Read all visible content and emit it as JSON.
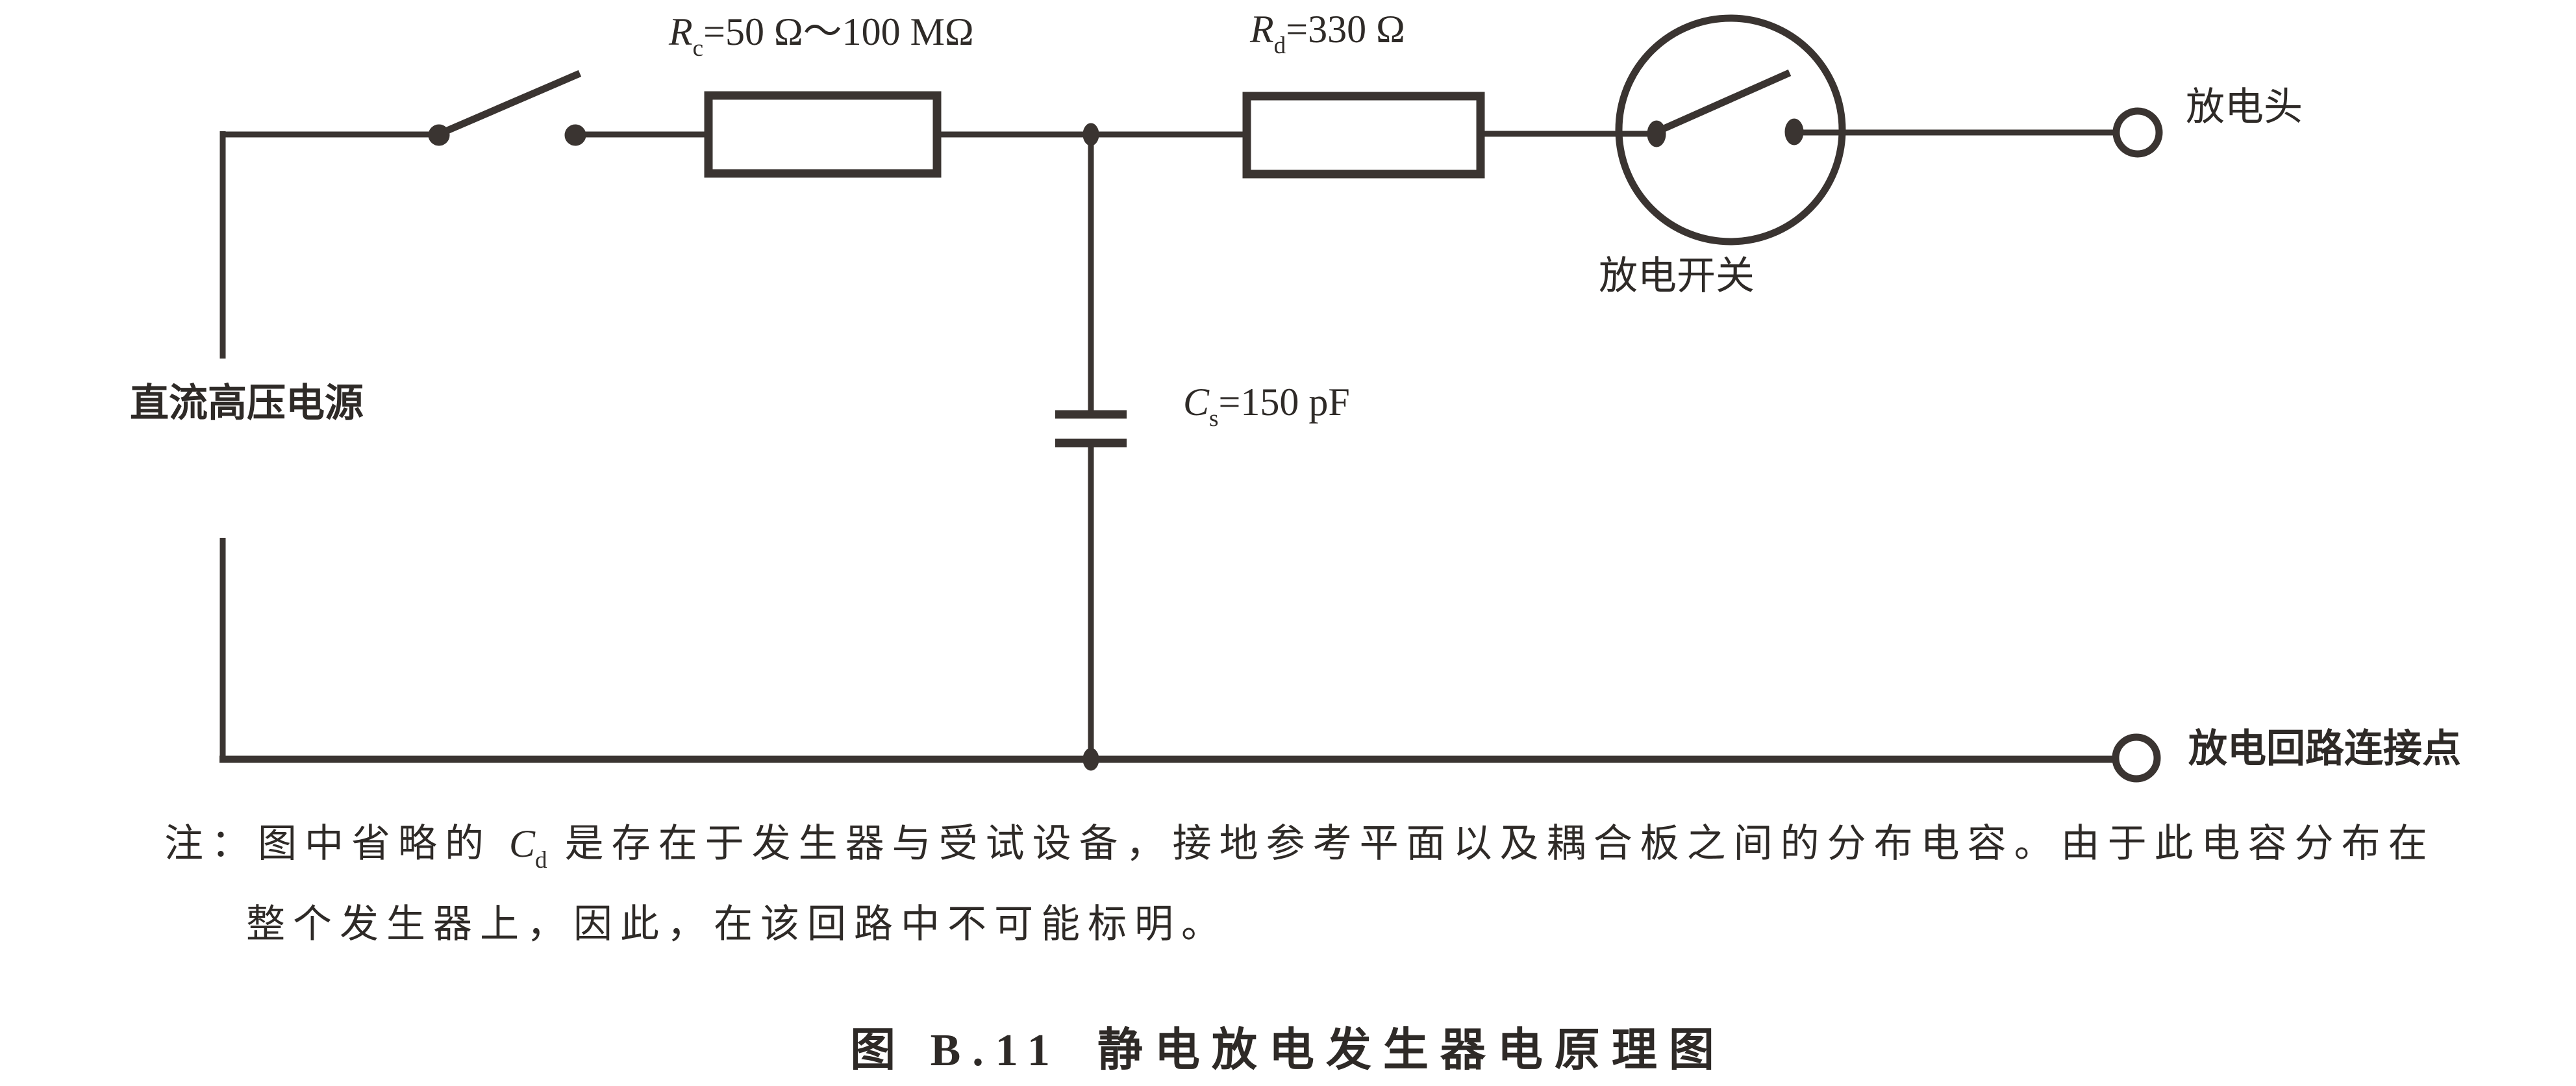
{
  "colors": {
    "stroke": "#3a3431",
    "text": "#2e2a27",
    "background": "#ffffff"
  },
  "components": {
    "rc": {
      "symbol": "R",
      "sub": "c",
      "value": "=50 Ω～100 MΩ"
    },
    "rd": {
      "symbol": "R",
      "sub": "d",
      "value": "=330 Ω"
    },
    "cs": {
      "symbol": "C",
      "sub": "s",
      "value": "=150 pF"
    }
  },
  "labels": {
    "dc_supply": "直流高压电源",
    "discharge_switch": "放电开关",
    "discharge_head": "放电头",
    "return_point": "放电回路连接点"
  },
  "note": {
    "prefix": "注：",
    "line1_before": "图中省略的 ",
    "cd_symbol": "C",
    "cd_sub": "d",
    "line1_after": " 是存在于发生器与受试设备，接地参考平面以及耦合板之间的分布电容。由于此电容分布在",
    "line2": "整个发生器上，因此，在该回路中不可能标明。"
  },
  "caption": {
    "prefix": "图 B.11",
    "title": "静电放电发生器电原理图"
  }
}
